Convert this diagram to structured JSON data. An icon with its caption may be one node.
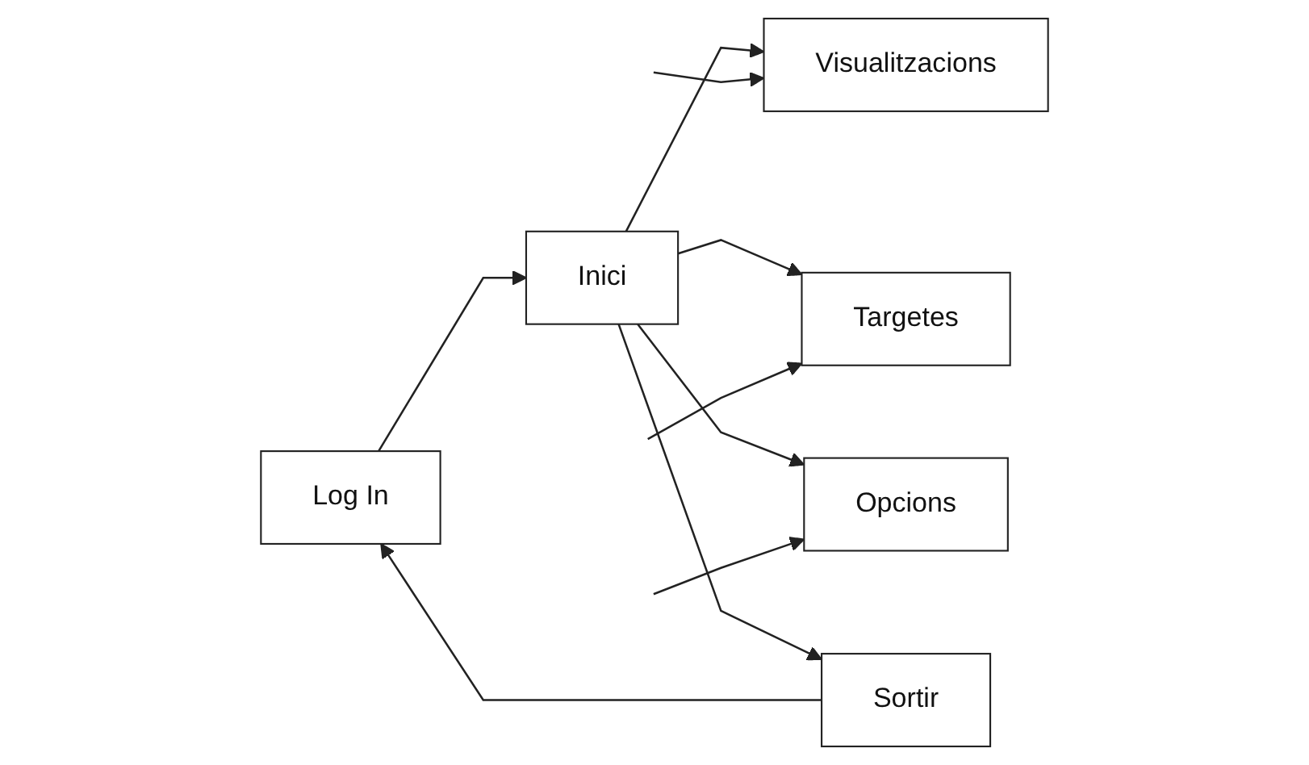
{
  "diagram": {
    "nodes": [
      {
        "text": [
          "Log In"
        ]
      },
      {
        "text": [
          "Inici"
        ]
      },
      {
        "text": [
          "Visualitzacions"
        ]
      },
      {
        "text": [
          "Targetes"
        ]
      },
      {
        "text": [
          "Opcions"
        ]
      },
      {
        "text": [
          "Sortir"
        ]
      }
    ],
    "edges": [
      {
        "from": 0,
        "to": 1,
        "arrow": "to"
      },
      {
        "from": 1,
        "to": 2,
        "arrow": "to"
      },
      {
        "from": 1,
        "to": 3,
        "arrow": "to"
      },
      {
        "from": 1,
        "to": 4,
        "arrow": "to"
      },
      {
        "from": 1,
        "to": 5,
        "arrow": "to"
      },
      {
        "from": 5,
        "to": 0,
        "arrow": "to"
      },
      {
        "from": null,
        "to": 2,
        "arrow": "to"
      },
      {
        "from": null,
        "to": 3,
        "arrow": "to"
      },
      {
        "from": null,
        "to": 4,
        "arrow": "to"
      }
    ]
  }
}
